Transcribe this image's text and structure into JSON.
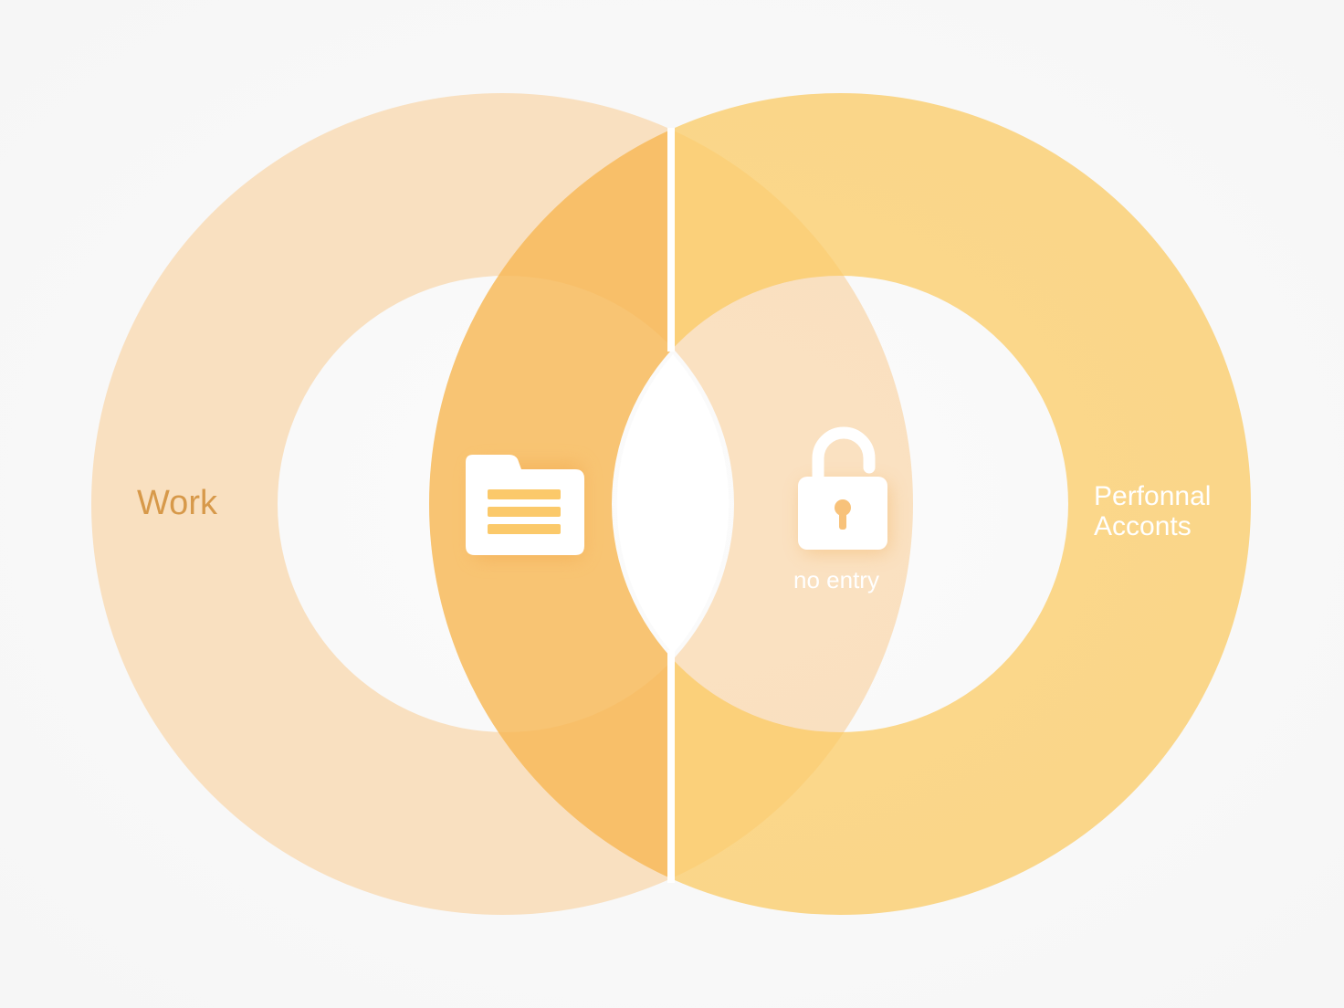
{
  "diagram": {
    "left_set": {
      "label": "Work",
      "color": "#f9dcb6",
      "label_color": "#d7994a"
    },
    "right_set": {
      "label_line1": "Perfonnal",
      "label_line2": "Acconts",
      "color": "#fbd27b",
      "label_color": "#ffffff"
    },
    "overlap_color": "#f8bd6c",
    "divider_color": "#ffffff",
    "icons": {
      "left_icon": "folder-icon",
      "right_icon": "unlocked-padlock-icon"
    },
    "lock_caption": "no entry"
  }
}
